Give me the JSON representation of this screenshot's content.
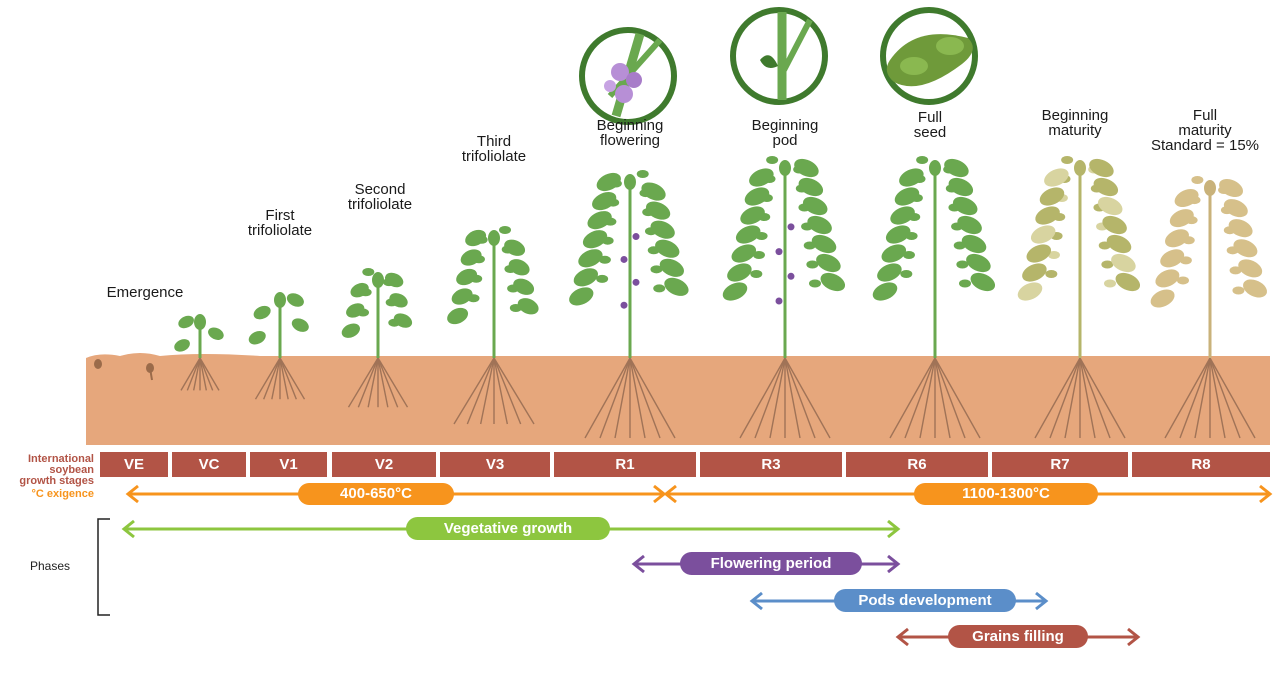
{
  "stages": [
    {
      "code": "VE",
      "title": "Emergence"
    },
    {
      "code": "VC",
      "title": ""
    },
    {
      "code": "V1",
      "title": "First\ntrifoliolate"
    },
    {
      "code": "V2",
      "title": "Second\ntrifoliolate"
    },
    {
      "code": "V3",
      "title": "Third\ntrifoliolate"
    },
    {
      "code": "R1",
      "title": "Beginning\nflowering"
    },
    {
      "code": "R3",
      "title": "Beginning\npod"
    },
    {
      "code": "R6",
      "title": "Full\nseed"
    },
    {
      "code": "R7",
      "title": "Beginning\nmaturity"
    },
    {
      "code": "R8",
      "title": "Full\nmaturity\nStandard = 15%"
    }
  ],
  "left_labels": {
    "stages_label": "International\nsoybean\ngrowth stages",
    "exigence_label": "°C exigence",
    "phases_label": "Phases"
  },
  "exigence": [
    {
      "label": "400-650°C"
    },
    {
      "label": "1100-1300°C"
    }
  ],
  "phases": [
    {
      "label": "Vegetative growth",
      "color": "#8dc63f"
    },
    {
      "label": "Flowering period",
      "color": "#7b4f9d"
    },
    {
      "label": "Pods development",
      "color": "#5b8ec9"
    },
    {
      "label": "Grains filling",
      "color": "#b25446"
    }
  ],
  "colors": {
    "soil": "#e6a77c",
    "stage_bar": "#b25446",
    "exigence": "#f7941d",
    "leaf": "#6aa84f",
    "root": "#a07357"
  }
}
